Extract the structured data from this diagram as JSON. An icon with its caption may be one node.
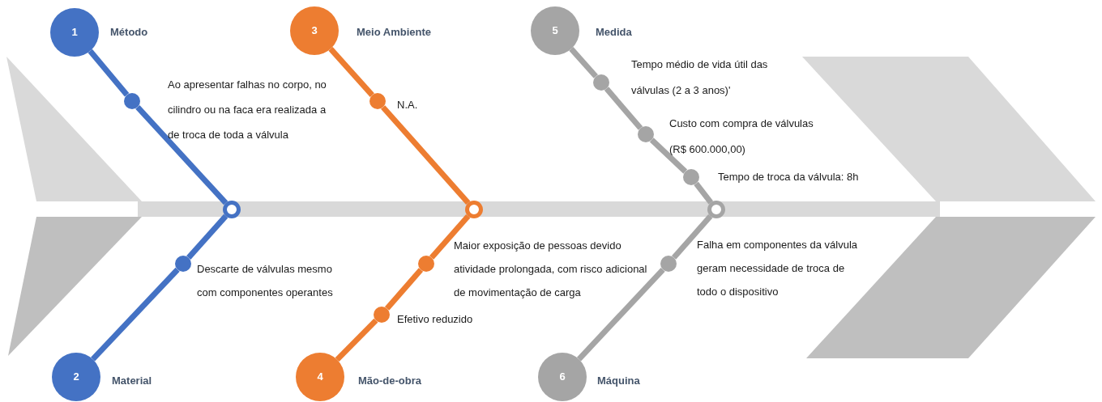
{
  "diagram": {
    "nodes": [
      {
        "text": [
          "1"
        ],
        "beside": [
          "Método"
        ]
      },
      {
        "text": [],
        "shape": "circle",
        "beside": [
          "Ao apresentar falhas no corpo, no cilindro ou na faca era realizada a de troca de toda a válvula"
        ]
      },
      {
        "text": [],
        "shape": "circle"
      },
      {
        "text": [],
        "shape": "circle",
        "beside": [
          "Descarte de válvulas mesmo com componentes operantes"
        ]
      },
      {
        "text": [
          "2"
        ],
        "beside": [
          "Material"
        ]
      },
      {
        "text": [
          "3"
        ],
        "beside": [
          "Meio Ambiente"
        ]
      },
      {
        "text": [],
        "shape": "circle",
        "beside": [
          "N.A."
        ]
      },
      {
        "text": [],
        "shape": "circle"
      },
      {
        "text": [],
        "shape": "circle",
        "beside": [
          "Maior exposição de pessoas devido atividade prolongada, com risco adicional de movimentação de carga"
        ]
      },
      {
        "text": [],
        "shape": "circle",
        "beside": [
          "Efetivo reduzido"
        ]
      },
      {
        "text": [
          "4"
        ],
        "beside": [
          "Mão-de-obra"
        ]
      },
      {
        "text": [
          "5"
        ],
        "beside": [
          "Medida"
        ]
      },
      {
        "text": [],
        "shape": "circle",
        "beside": [
          "Tempo médio de vida útil das válvulas (2 a 3 anos)'"
        ]
      },
      {
        "text": [],
        "shape": "circle",
        "beside": [
          "Custo com compra de válvulas (R$ 600.000,00)"
        ]
      },
      {
        "text": [],
        "shape": "circle",
        "beside": [
          "Tempo de troca da válvula: 8h"
        ]
      },
      {
        "text": [],
        "shape": "circle"
      },
      {
        "text": [],
        "shape": "circle",
        "beside": [
          "Falha em componentes da válvula geram necessidade de troca de todo o dispositivo"
        ]
      },
      {
        "text": [
          "6"
        ],
        "beside": [
          "Máquina"
        ]
      }
    ],
    "edges": [
      {
        "from": 0,
        "to": 1,
        "arrow": "none",
        "color": "#4472c4"
      },
      {
        "from": 1,
        "to": 2,
        "arrow": "none",
        "color": "#4472c4"
      },
      {
        "from": 4,
        "to": 3,
        "arrow": "none",
        "color": "#4472c4"
      },
      {
        "from": 3,
        "to": 2,
        "arrow": "none",
        "color": "#4472c4"
      },
      {
        "from": 5,
        "to": 6,
        "arrow": "none",
        "color": "#ed7d31"
      },
      {
        "from": 6,
        "to": 7,
        "arrow": "none",
        "color": "#ed7d31"
      },
      {
        "from": 10,
        "to": 9,
        "arrow": "none",
        "color": "#ed7d31"
      },
      {
        "from": 9,
        "to": 8,
        "arrow": "none",
        "color": "#ed7d31"
      },
      {
        "from": 8,
        "to": 7,
        "arrow": "none",
        "color": "#ed7d31"
      },
      {
        "from": 11,
        "to": 12,
        "arrow": "none"
      },
      {
        "from": 12,
        "to": 13,
        "arrow": "none"
      },
      {
        "from": 13,
        "to": 14,
        "arrow": "none"
      },
      {
        "from": 14,
        "to": 15,
        "arrow": "none"
      },
      {
        "from": 17,
        "to": 16,
        "arrow": "none"
      },
      {
        "from": 16,
        "to": 15,
        "arrow": "none"
      }
    ]
  }
}
